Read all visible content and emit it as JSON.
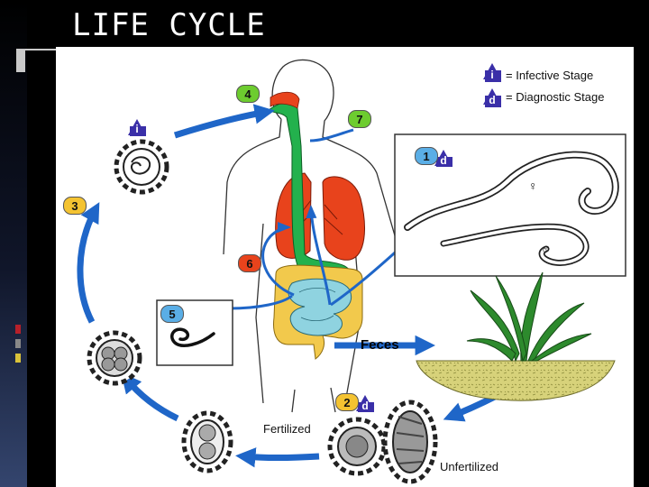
{
  "slide": {
    "title": "LIFE CYCLE"
  },
  "legend": {
    "infective": {
      "mark": "i",
      "text": "= Infective Stage"
    },
    "diagnostic": {
      "mark": "d",
      "text": "= Diagnostic Stage"
    }
  },
  "stages": [
    {
      "num": "1",
      "mark": "d"
    },
    {
      "num": "2",
      "mark": "d"
    },
    {
      "num": "3"
    },
    {
      "num": "4"
    },
    {
      "num": "5"
    },
    {
      "num": "6"
    },
    {
      "num": "7"
    }
  ],
  "labels": {
    "feces": "Feces",
    "fertilized": "Fertilized",
    "unfertilized": "Unfertilized",
    "female": "♀",
    "male": "♂"
  },
  "colors": {
    "background": "#000000",
    "cycle_arrow": "#1f66c8",
    "badge_green": "#6dcc2f",
    "badge_yellow": "#f4c331",
    "badge_blue": "#5aaee6",
    "stage_marker": "#3a2fa8",
    "lungs": "#e8431c",
    "digestive_tract": "#23b14d",
    "small_intestine": "#8fd3e0",
    "large_intestine": "#f2c94c",
    "soil": "#d7d27a",
    "plant": "#2d8a2d"
  }
}
